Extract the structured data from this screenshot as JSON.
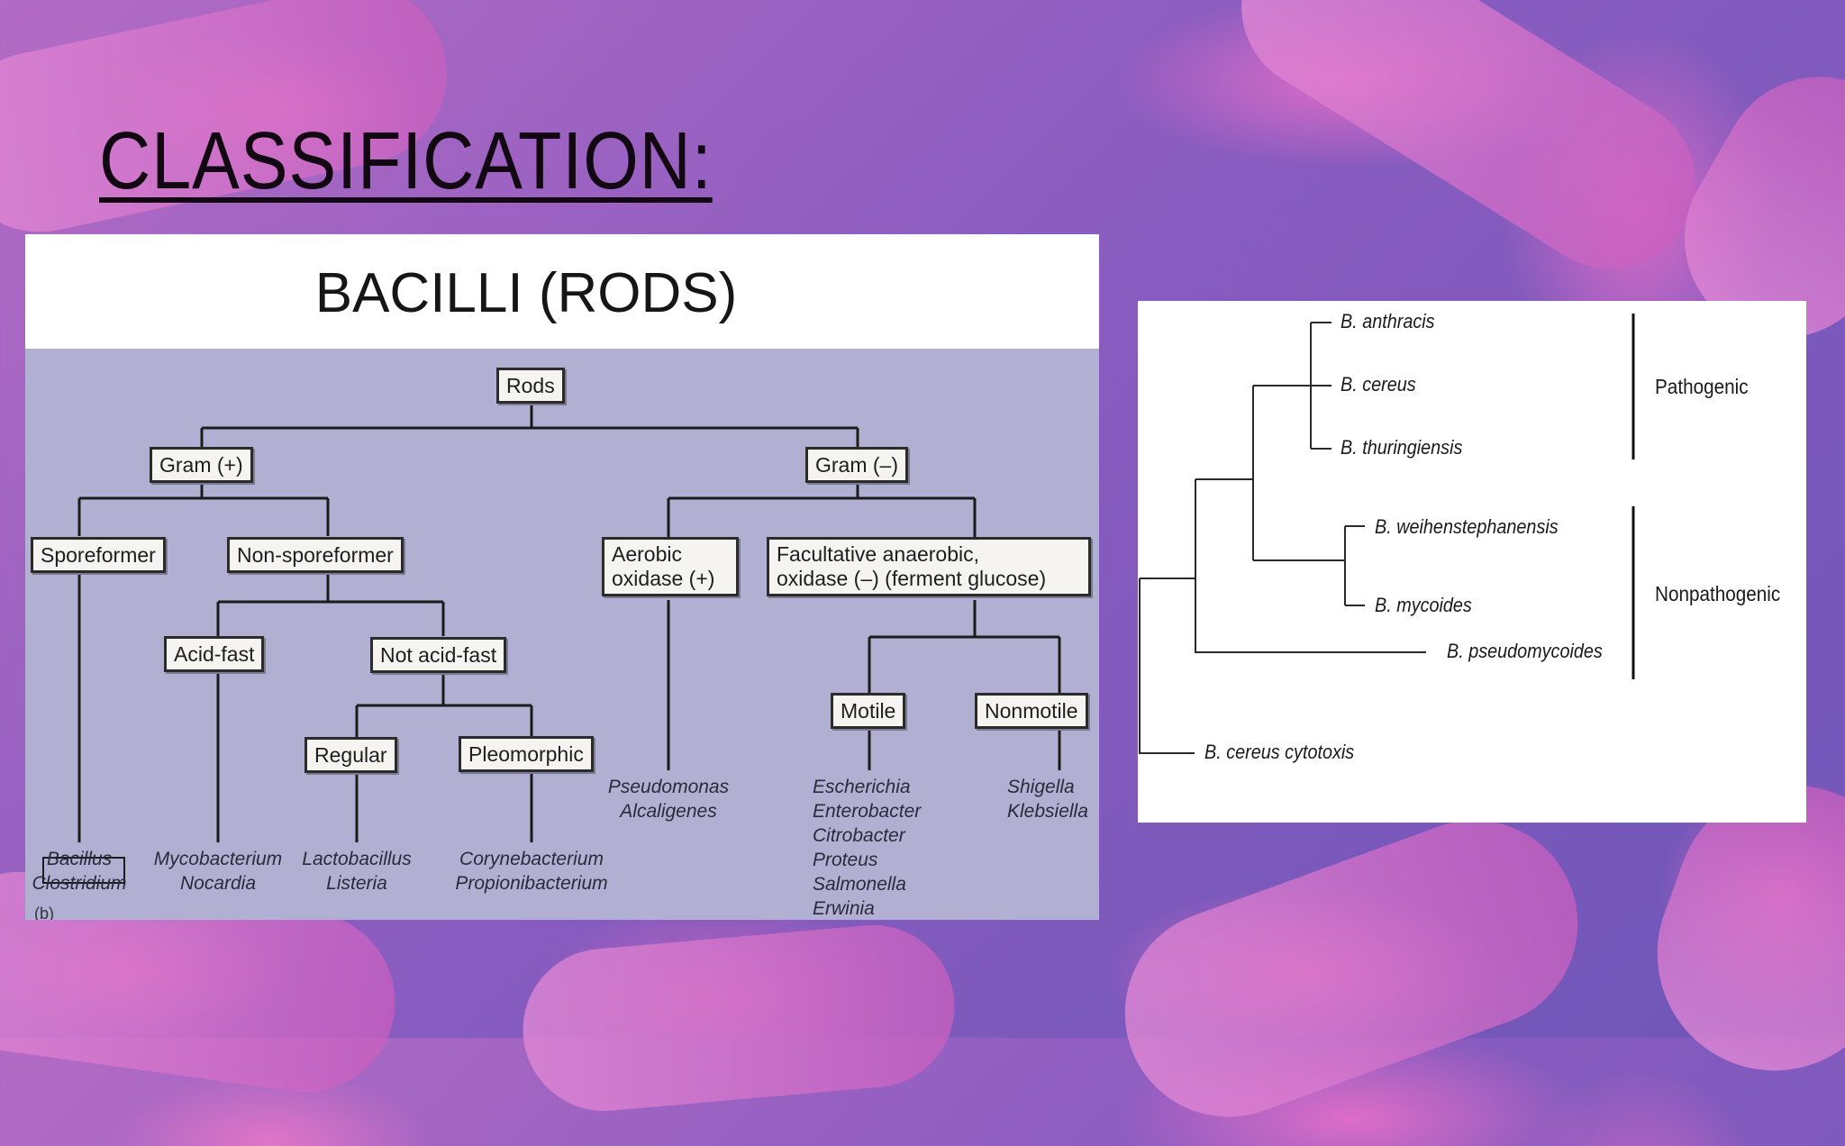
{
  "slide_title": "CLASSIFICATION:",
  "bacilli_chart": {
    "heading": "BACILLI (RODS)",
    "root": "Rods",
    "gram_positive": "Gram (+)",
    "gram_negative": "Gram (–)",
    "sporeformer": "Sporeformer",
    "non_sporeformer": "Non-sporeformer",
    "acid_fast": "Acid-fast",
    "not_acid_fast": "Not acid-fast",
    "regular": "Regular",
    "pleomorphic": "Pleomorphic",
    "aerobic": [
      "Aerobic",
      "oxidase (+)"
    ],
    "facultative": [
      "Facultative anaerobic,",
      "oxidase (–) (ferment glucose)"
    ],
    "motile": "Motile",
    "nonmotile": "Nonmotile",
    "leaves": {
      "sporeformer": [
        "Bacillus",
        "Clostridium"
      ],
      "acid_fast": [
        "Mycobacterium",
        "Nocardia"
      ],
      "regular": [
        "Lactobacillus",
        "Listeria"
      ],
      "pleomorphic": [
        "Corynebacterium",
        "Propionibacterium"
      ],
      "aerobic": [
        "Pseudomonas",
        "Alcaligenes"
      ],
      "motile": [
        "Escherichia",
        "Enterobacter",
        "Citrobacter",
        "Proteus",
        "Salmonella",
        "Erwinia"
      ],
      "nonmotile": [
        "Shigella",
        "Klebsiella"
      ]
    },
    "figure_label": "(b)"
  },
  "tree": {
    "species": [
      "B. anthracis",
      "B. cereus",
      "B. thuringiensis",
      "B. weihenstephanensis",
      "B. mycoides",
      "B. pseudomycoides",
      "B. cereus cytotoxis"
    ],
    "groups": {
      "pathogenic": "Pathogenic",
      "nonpathogenic": "Nonpathogenic"
    }
  }
}
